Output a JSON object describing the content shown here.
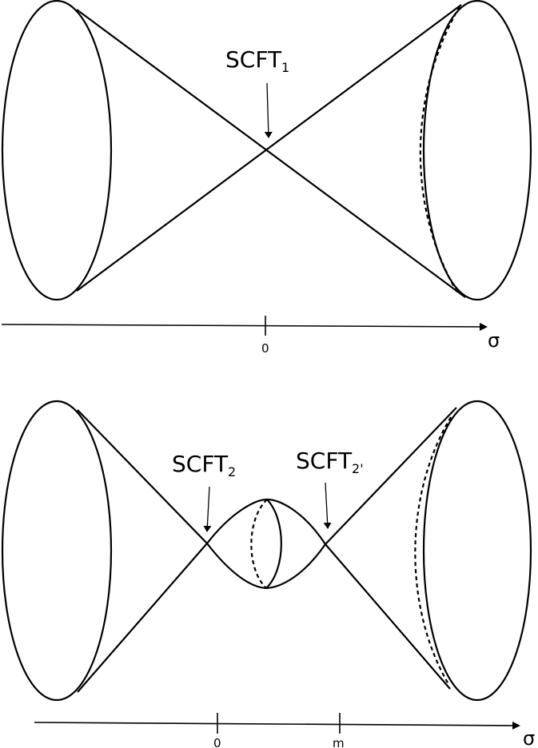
{
  "diagram_top": {
    "label_main": "SCFT",
    "label_sub": "1",
    "axis_symbol": "σ",
    "tick_0": "0"
  },
  "diagram_bottom": {
    "label_left_main": "SCFT",
    "label_left_sub": "2",
    "label_right_main": "SCFT",
    "label_right_sub": "2'",
    "axis_symbol": "σ",
    "tick_0": "0",
    "tick_m": "m"
  },
  "colors": {
    "stroke": "#000000",
    "background": "#ffffff"
  }
}
